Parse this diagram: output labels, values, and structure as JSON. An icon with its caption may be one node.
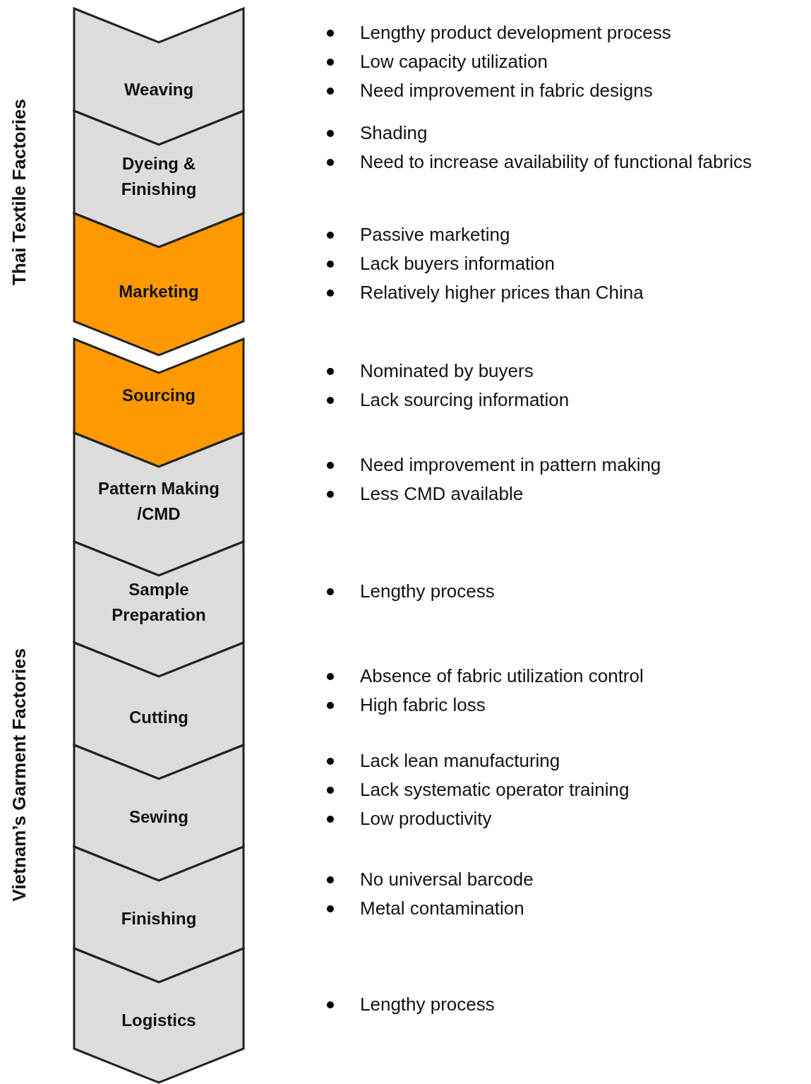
{
  "diagram": {
    "nodes": [
      {
        "text": [
          "Weaving"
        ],
        "beside": [
          "Lengthy product development process",
          "Low capacity utilization",
          "Need improvement in fabric designs"
        ]
      },
      {
        "text": [
          "Dyeing & Finishing"
        ],
        "beside": [
          "Shading",
          "Need to increase availability of functional fabrics"
        ]
      },
      {
        "text": [
          "Marketing"
        ],
        "beside": [
          "Passive marketing",
          "Lack buyers information",
          "Relatively higher prices than China"
        ]
      },
      {
        "text": [
          "Sourcing"
        ],
        "beside": [
          "Nominated by buyers",
          "Lack sourcing information"
        ]
      },
      {
        "text": [
          "Pattern Making /CMD"
        ],
        "beside": [
          "Need improvement in pattern making",
          "Less CMD available"
        ]
      },
      {
        "text": [
          "Sample Preparation"
        ]
      },
      {
        "text": [
          "Cutting"
        ],
        "beside": [
          "Absence of fabric utilization control",
          "High fabric loss"
        ]
      },
      {
        "text": [
          "Sewing"
        ],
        "beside": [
          "Lack lean manufacturing",
          "Lack systematic operator training",
          "Low productivity"
        ]
      },
      {
        "text": [
          "Finishing"
        ],
        "beside": [
          "No universal barcode",
          "Metal contamination"
        ]
      },
      {
        "text": [
          "Logistics"
        ]
      }
    ],
    "labels": [
      "Thai Textile Factories",
      "Lengthy process",
      "Vietnam’s Garment Factories",
      "Lengthy process"
    ]
  }
}
